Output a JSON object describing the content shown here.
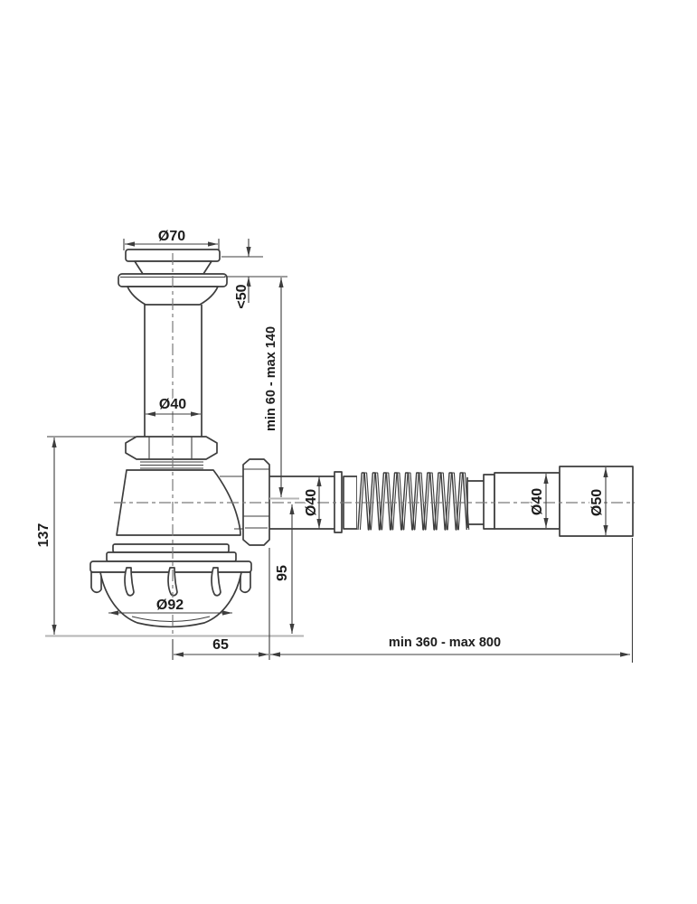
{
  "drawing": {
    "dimensions": {
      "flange_diameter": "Ø70",
      "sink_thickness_max": "<50",
      "inlet_height_range": "min 60 - max 140",
      "inlet_pipe_diameter": "Ø40",
      "body_height": "137",
      "outlet_pipe_diameter": "Ø40",
      "outlet_axis_to_bottom": "95",
      "cup_diameter": "Ø92",
      "outlet_horizontal_offset": "65",
      "hose_length_range": "min 360 - max 800",
      "hose_end_inner_diameter": "Ø40",
      "hose_end_outer_diameter": "Ø50"
    },
    "colors": {
      "line": "#3d3d3d",
      "centerline": "#7a7a7a",
      "ground_line": "#b5b5b5",
      "text": "#1c1c1c",
      "background": "#ffffff"
    }
  }
}
